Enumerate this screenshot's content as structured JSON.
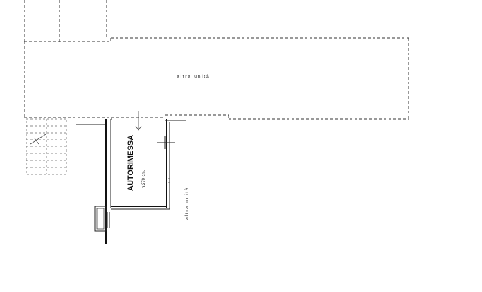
{
  "labels": {
    "other_unit_top": "altra unità",
    "other_unit_side": "altra unità",
    "room_name": "AUTORIMESSA",
    "room_height": "h.270 cm."
  }
}
